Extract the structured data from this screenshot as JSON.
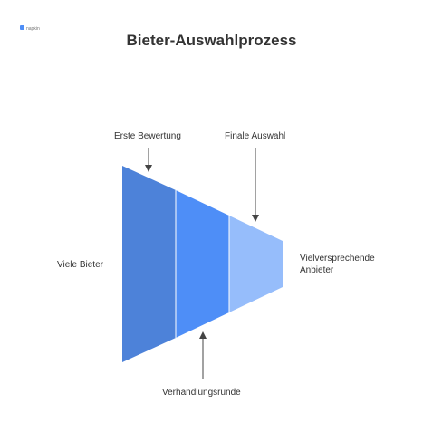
{
  "title": "Bieter-Auswahlprozess",
  "logo": {
    "text": "napkin"
  },
  "funnel": {
    "stages": [
      {
        "id": "stage-1",
        "color": "#4d82d9"
      },
      {
        "id": "stage-2",
        "color": "#4e8ef7"
      },
      {
        "id": "stage-3",
        "color": "#96bdfb"
      }
    ],
    "divider_color": "#ffffff"
  },
  "labels": {
    "left": "Viele Bieter",
    "right_line1": "Vielversprechende",
    "right_line2": "Anbieter",
    "top_first": "Erste Bewertung",
    "top_final": "Finale Auswahl",
    "bottom": "Verhandlungsrunde"
  },
  "arrow_color": "#444444"
}
